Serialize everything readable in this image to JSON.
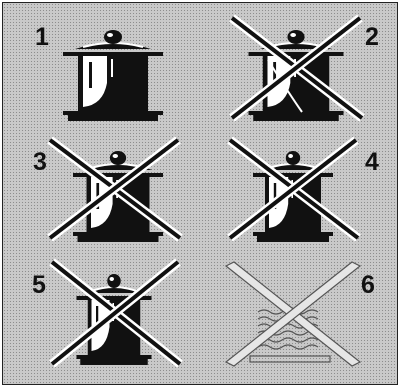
{
  "labels": {
    "n1": "1",
    "n2": "2",
    "n3": "3",
    "n4": "4",
    "n5": "5",
    "n6": "6"
  },
  "colors": {
    "ink": "#111111",
    "background": "#c9c9c9",
    "line": "#ffffff"
  },
  "icons": [
    "pot-on-burner-icon",
    "pot-crossed-icon",
    "burner-heat-crossed-icon"
  ]
}
